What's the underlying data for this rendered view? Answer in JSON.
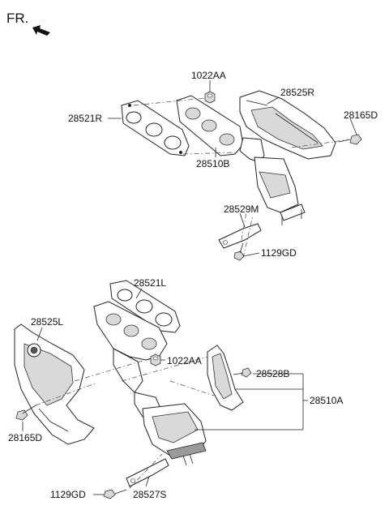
{
  "orientation": {
    "label": "FR."
  },
  "labels": {
    "nut_upper": "1022AA",
    "heat_shield_right": "28525R",
    "gasket_right": "28521R",
    "bolt_right": "28165D",
    "manifold_right": "28510B",
    "bracket_right": "28529M",
    "bolt_bracket_right": "1129GD",
    "gasket_left": "28521L",
    "heat_shield_left": "28525L",
    "nut_lower": "1022AA",
    "bolt_heat_shield": "28528B",
    "bolt_left": "28165D",
    "manifold_left": "28510A",
    "bolt_bracket_left": "1129GD",
    "bracket_left": "28527S"
  }
}
